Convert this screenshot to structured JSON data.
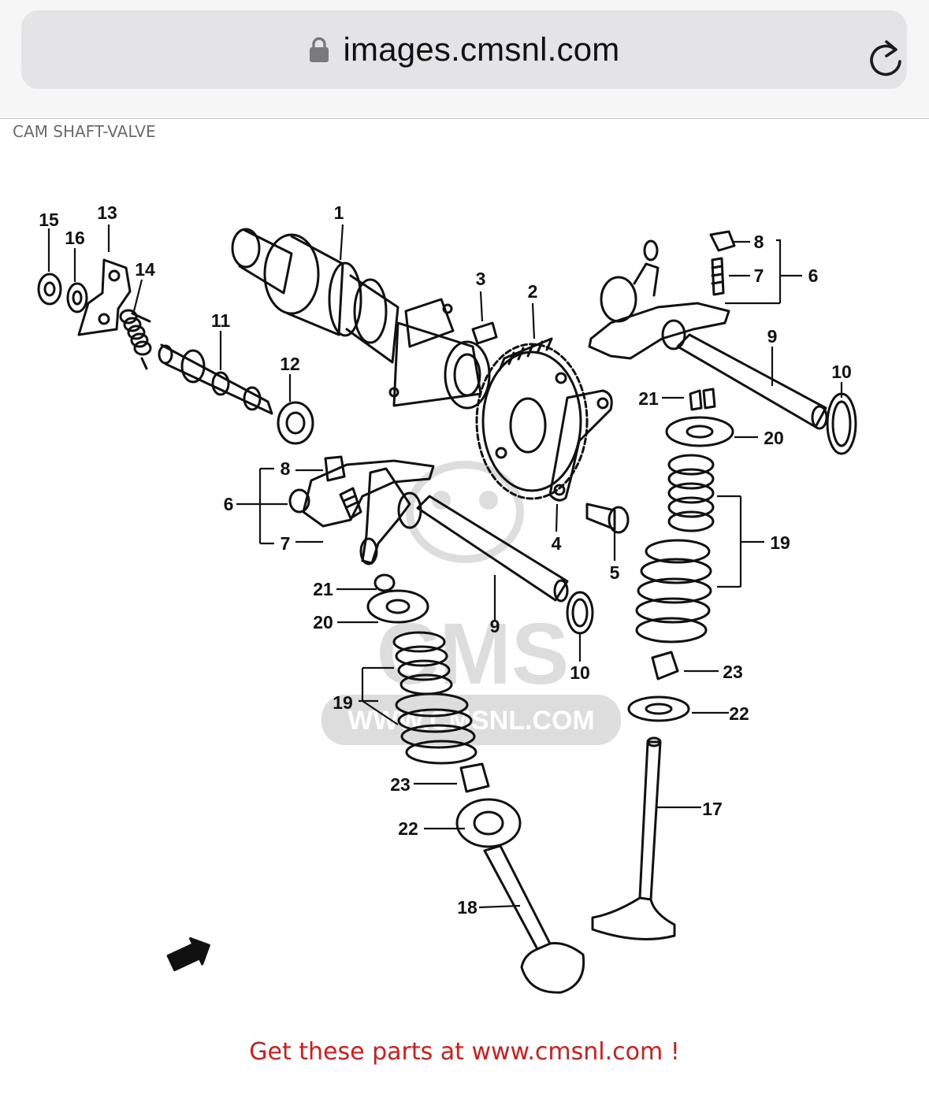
{
  "browser": {
    "url": "images.cmsnl.com",
    "icons": {
      "lock": "lock-icon",
      "reload": "reload-icon"
    }
  },
  "page": {
    "title": "CAM SHAFT-VALVE"
  },
  "diagram": {
    "watermark_logo": "CMS",
    "watermark_url": "WWW.CMSNL.COM",
    "callouts": [
      "1",
      "2",
      "3",
      "4",
      "5",
      "6",
      "7",
      "8",
      "9",
      "10",
      "11",
      "12",
      "13",
      "14",
      "15",
      "16",
      "17",
      "18",
      "19",
      "20",
      "21",
      "22",
      "23"
    ]
  },
  "footer": {
    "prefix": "Get these parts at ",
    "link": "www.cmsnl.com",
    "suffix": " !",
    "color": "#d61a1a"
  }
}
